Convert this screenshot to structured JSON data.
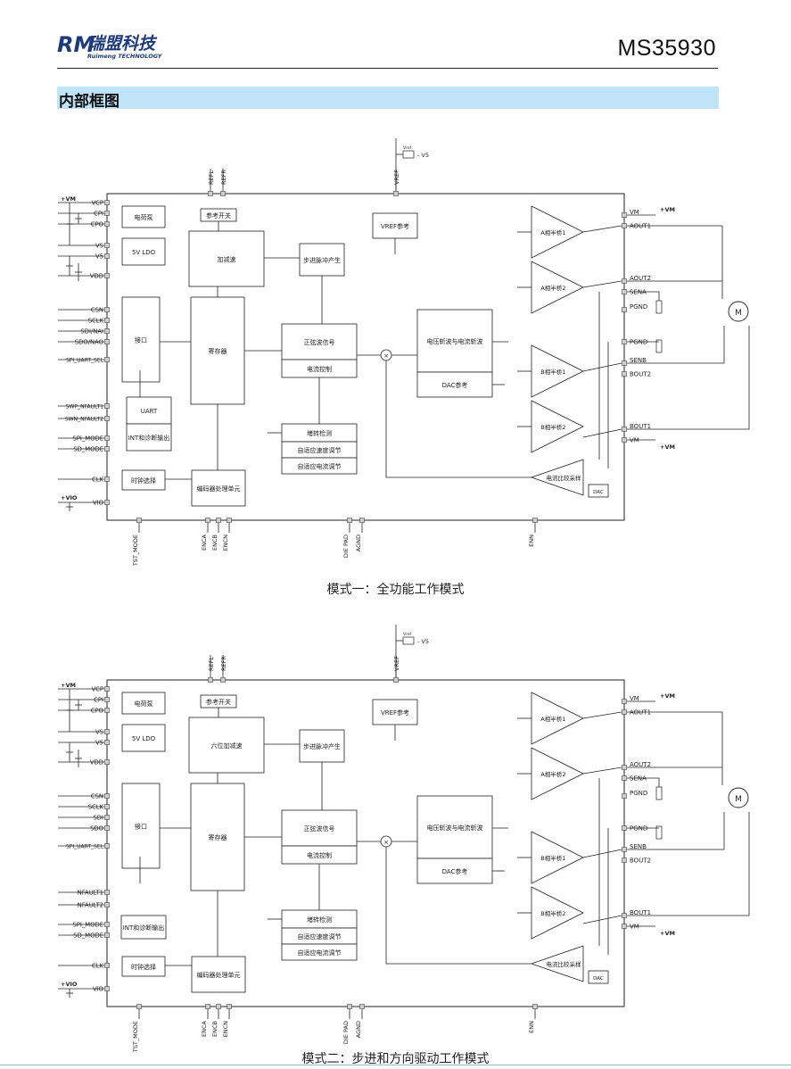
{
  "header": {
    "logo_mark": "RM",
    "company_name": "瑞盟科技",
    "company_name_en": "Ruimeng TECHNOLOGY",
    "model": "MS35930"
  },
  "section": {
    "title": "内部框图"
  },
  "diagrams": [
    {
      "caption": "模式一：全功能工作模式",
      "pins_left": [
        "VCP",
        "CPI",
        "CPO",
        "VS",
        "V5",
        "VDD",
        "CSN",
        "SCLK",
        "SDI/NAI",
        "SDO/NAO",
        "SPI_UART_SEL",
        "SWP_NFAULT1",
        "SWN_NFAULT2",
        "SPI_MODE",
        "SD_MODE",
        "CLK",
        "VIO"
      ],
      "pins_top": [
        "REFL",
        "REFR",
        "VREF"
      ],
      "pins_bottom": [
        "TST_MODE",
        "ENCA",
        "ENCB",
        "ENCN",
        "DIE PAD",
        "AGND",
        "ENN"
      ],
      "pins_right": [
        "VM",
        "AOUT1",
        "AOUT2",
        "SENA",
        "PGND",
        "PGND",
        "SENB",
        "BOUT2",
        "BOUT1",
        "VM"
      ],
      "supply_labels": [
        "+VM",
        "+V5",
        "+VIO",
        "Vref",
        "V5"
      ],
      "blocks": {
        "charge_pump": "电荷泵",
        "ldo": "5V LDO",
        "interface": "接口",
        "uart": "UART",
        "int_diag": "INT和诊断输出",
        "clock": "时钟选择",
        "ref_switch": "参考开关",
        "accel": "加减速",
        "step_pulse": "步进脉冲产生",
        "register": "寄存器",
        "sine": "正弦波信号",
        "current_ctrl": "电流控制",
        "stall_detect": "堵转检测",
        "adaptive_speed": "自适应速度调节",
        "adaptive_current": "自适应电流调节",
        "encoder": "编码器处理单元",
        "vref_ref": "VREF参考",
        "chop": "电压斩波与电流斩波",
        "dac_ref": "DAC参考",
        "a_bridge1": "A相半桥1",
        "a_bridge2": "A相半桥2",
        "b_bridge1": "B相半桥1",
        "b_bridge2": "B相半桥2",
        "current_cmp": "电流比较采样",
        "dac": "DAC",
        "motor": "M"
      }
    },
    {
      "caption": "模式二：步进和方向驱动工作模式",
      "pins_left": [
        "VCP",
        "CPI",
        "CPO",
        "VS",
        "V5",
        "VDD",
        "CSN",
        "SCLK",
        "SDI",
        "SDO",
        "SPI_UART_SEL",
        "NFAULT1",
        "NFAULT2",
        "SPI_MODE",
        "SD_MODE",
        "CLK",
        "VIO"
      ],
      "pins_top": [
        "REFL",
        "REFR",
        "VREF"
      ],
      "pins_bottom": [
        "TST_MODE",
        "ENCA",
        "ENCB",
        "ENCN",
        "DIE PAD",
        "AGND",
        "ENN"
      ],
      "pins_right": [
        "VM",
        "AOUT1",
        "AOUT2",
        "SENA",
        "PGND",
        "PGND",
        "SENB",
        "BOUT2",
        "BOUT1",
        "VM"
      ],
      "supply_labels": [
        "+VM",
        "+V5",
        "+VIO",
        "Vref",
        "V5"
      ],
      "blocks": {
        "charge_pump": "电荷泵",
        "ldo": "5V LDO",
        "interface": "接口",
        "uart": "",
        "int_diag": "INT和诊断输出",
        "clock": "时钟选择",
        "ref_switch": "参考开关",
        "accel": "六位加减速",
        "step_pulse": "步进脉冲产生",
        "register": "寄存器",
        "sine": "正弦波信号",
        "current_ctrl": "电流控制",
        "stall_detect": "堵转检测",
        "adaptive_speed": "自适应速度调节",
        "adaptive_current": "自适应电流调节",
        "encoder": "编码器处理单元",
        "vref_ref": "VREF参考",
        "chop": "电压斩波与电流斩波",
        "dac_ref": "DAC参考",
        "a_bridge1": "A相半桥1",
        "a_bridge2": "A相半桥2",
        "b_bridge1": "B相半桥1",
        "b_bridge2": "B相半桥2",
        "current_cmp": "电流比较采样",
        "dac": "DAC",
        "motor": "M"
      }
    }
  ]
}
